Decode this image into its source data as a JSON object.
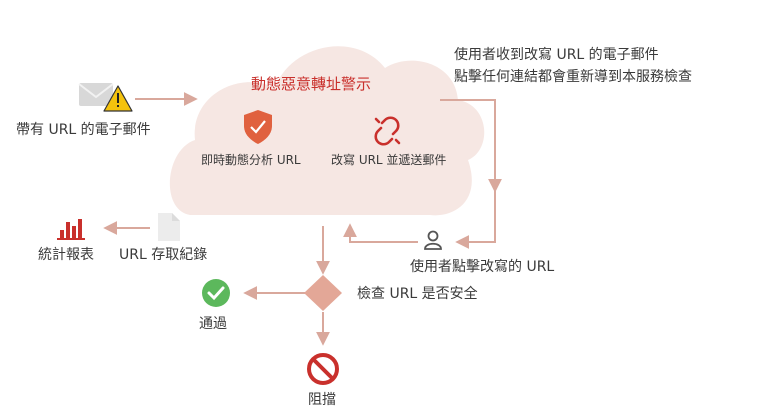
{
  "cloud": {
    "title": "動態惡意轉址警示",
    "feature_realtime": "即時動態分析 URL",
    "feature_rewrite": "改寫 URL 並遞送郵件"
  },
  "nodes": {
    "email_with_url": "帶有 URL 的電子郵件",
    "user_receives_line1": "使用者收到改寫 URL 的電子郵件",
    "user_receives_line2": "點擊任何連結都會重新導到本服務檢查",
    "user_clicks": "使用者點擊改寫的 URL",
    "check_url": "檢查 URL 是否安全",
    "pass": "通過",
    "block": "阻擋",
    "access_log": "URL 存取紀錄",
    "stats_report": "統計報表"
  },
  "icons": {
    "email": "envelope-warning-icon",
    "shield": "shield-check-icon",
    "link": "broken-link-icon",
    "user": "user-icon",
    "check": "check-circle-icon",
    "block": "prohibited-icon",
    "report": "bar-chart-icon",
    "log": "document-icon"
  },
  "colors": {
    "cloud_fill": "#f6e7e3",
    "arrow": "#d9a89c",
    "accent_red": "#c9302c",
    "pass_green": "#5cb85c",
    "shield_orange": "#e0613f",
    "diamond": "#e3a797"
  }
}
